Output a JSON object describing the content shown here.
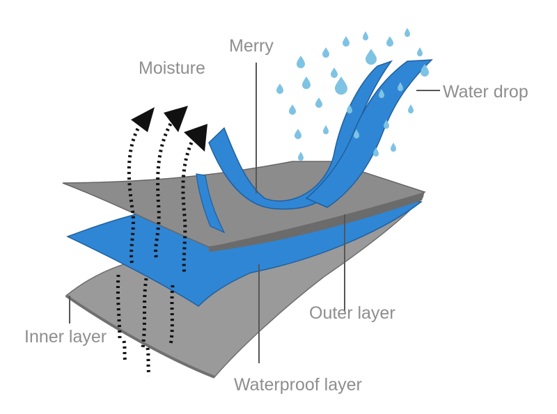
{
  "labels": {
    "moisture": "Moisture",
    "merry": "Merry",
    "water_drop": "Water drop",
    "outer_layer": "Outer layer",
    "inner_layer": "Inner layer",
    "waterproof_layer": "Waterproof layer"
  },
  "colors": {
    "outer_fabric": "#8c8c8c",
    "outer_fabric_dark": "#6b6b6b",
    "membrane": "#2f86d4",
    "membrane_dark": "#1f5f9e",
    "inner_fabric": "#9a9a9a",
    "droplet": "#7ec3e3",
    "label_text": "#8e8e8e",
    "leader_line": "#555555",
    "moisture_arrow": "#111111"
  }
}
